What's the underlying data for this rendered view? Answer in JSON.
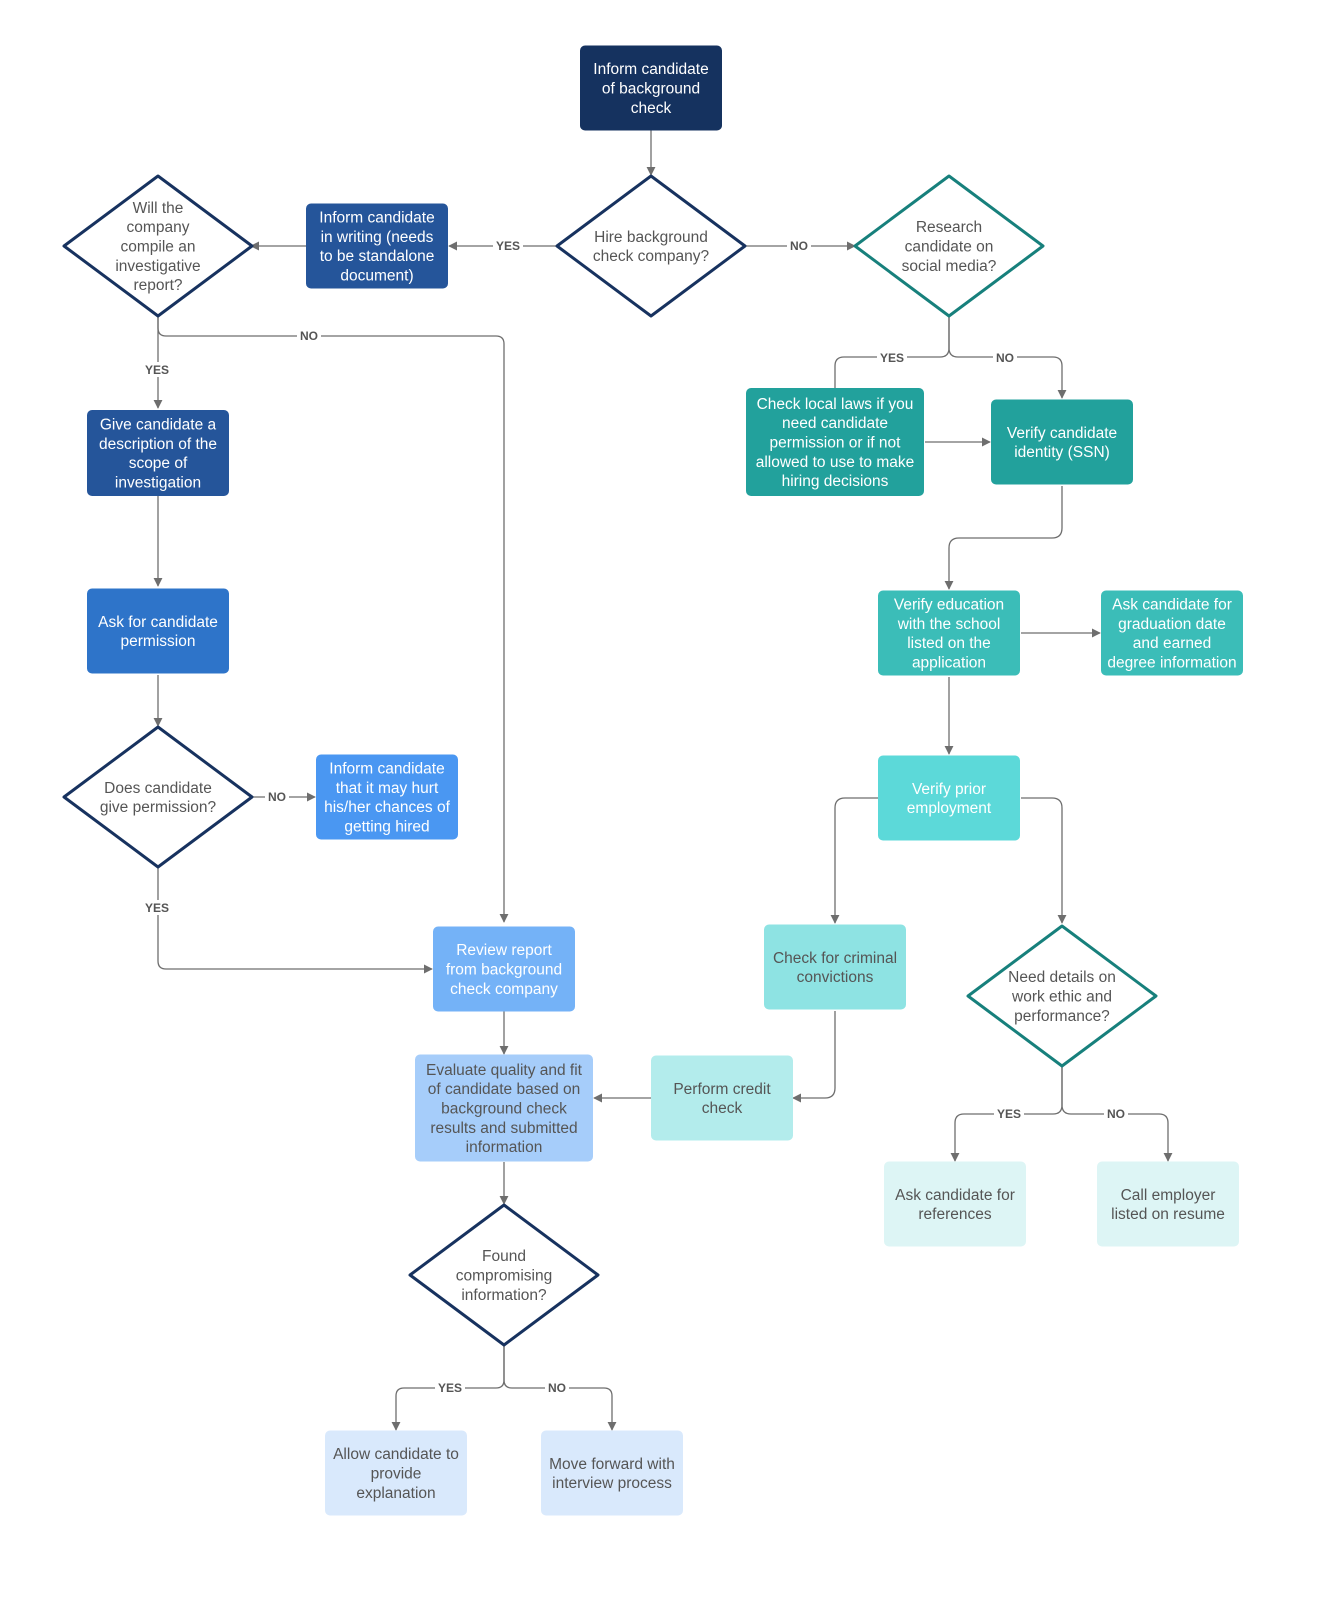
{
  "nodes": {
    "inform_bg": {
      "text": [
        "Inform candidate",
        "of background",
        "check"
      ]
    },
    "hire_company": {
      "text": [
        "Hire background",
        "check company?"
      ]
    },
    "inform_writing": {
      "text": [
        "Inform candidate",
        "in writing (needs",
        "to be standalone",
        "document)"
      ]
    },
    "will_company": {
      "text": [
        "Will the",
        "company",
        "compile an",
        "investigative",
        "report?"
      ]
    },
    "research_social": {
      "text": [
        "Research",
        "candidate on",
        "social media?"
      ]
    },
    "check_laws": {
      "text": [
        "Check local laws if you",
        "need candidate",
        "permission or if not",
        "allowed to use to make",
        "hiring decisions"
      ]
    },
    "verify_identity": {
      "text": [
        "Verify candidate",
        "identity (SSN)"
      ]
    },
    "give_desc": {
      "text": [
        "Give candidate a",
        "description of the",
        "scope of",
        "investigation"
      ]
    },
    "ask_permission": {
      "text": [
        "Ask for candidate",
        "permission"
      ]
    },
    "does_permission": {
      "text": [
        "Does candidate",
        "give permission?"
      ]
    },
    "inform_hurt": {
      "text": [
        "Inform candidate",
        "that it may hurt",
        "his/her chances of",
        "getting hired"
      ]
    },
    "verify_edu": {
      "text": [
        "Verify education",
        "with the school",
        "listed on the",
        "application"
      ]
    },
    "ask_grad": {
      "text": [
        "Ask candidate for",
        "graduation date",
        "and earned",
        "degree information"
      ]
    },
    "verify_employment": {
      "text": [
        "Verify prior",
        "employment"
      ]
    },
    "review_report": {
      "text": [
        "Review report",
        "from background",
        "check company"
      ]
    },
    "check_criminal": {
      "text": [
        "Check for criminal",
        "convictions"
      ]
    },
    "need_details": {
      "text": [
        "Need details on",
        "work ethic and",
        "performance?"
      ]
    },
    "evaluate": {
      "text": [
        "Evaluate quality and fit",
        "of candidate based on",
        "background check",
        "results and submitted",
        "information"
      ]
    },
    "credit_check": {
      "text": [
        "Perform credit",
        "check"
      ]
    },
    "ask_refs": {
      "text": [
        "Ask candidate for",
        "references"
      ]
    },
    "call_employer": {
      "text": [
        "Call employer",
        "listed on resume"
      ]
    },
    "found_info": {
      "text": [
        "Found",
        "compromising",
        "information?"
      ]
    },
    "allow_explain": {
      "text": [
        "Allow candidate to",
        "provide",
        "explanation"
      ]
    },
    "move_forward": {
      "text": [
        "Move forward with",
        "interview process"
      ]
    }
  },
  "edge_labels": {
    "yes": "YES",
    "no": "NO"
  },
  "colors": {
    "navy": "#15325f",
    "blue_dark": "#25559a",
    "blue_mid": "#2e74c9",
    "blue_bright": "#4a97f2",
    "blue_light": "#74b2f7",
    "blue_pale": "#a6cdfa",
    "blue_palest": "#d9e9fc",
    "teal_dark": "#22a19c",
    "teal_mid": "#3bbdb8",
    "teal_light": "#5cd9d9",
    "teal_pale": "#8ee3e3",
    "teal_paler": "#b3ecec",
    "teal_palest": "#ddf5f5",
    "diamond_navy": "#17325f",
    "diamond_teal": "#17807c",
    "edge": "#6e6e6e"
  }
}
